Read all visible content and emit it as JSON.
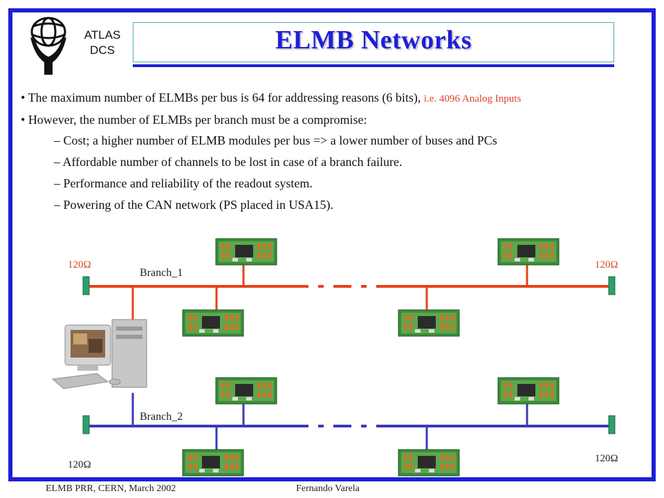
{
  "header": {
    "org_line1": "ATLAS",
    "org_line2": "DCS",
    "title": "ELMB Networks"
  },
  "bullets": {
    "b1_text": "The maximum number of ELMBs per bus is 64 for addressing reasons (6 bits),",
    "b1_highlight": "i.e. 4096 Analog Inputs",
    "b2_text": "However, the number of ELMBs per branch must be a compromise:",
    "sub": [
      "Cost; a higher number of ELMB modules per bus =>  a lower number of buses and PCs",
      "Affordable number of channels to be lost in case of a branch failure.",
      "Performance and reliability of the readout system.",
      "Powering of the CAN network (PS placed in USA15)."
    ]
  },
  "diagram": {
    "branch1_label": "Branch_1",
    "branch2_label": "Branch_2",
    "terminator_label": "120Ω",
    "colors": {
      "branch1": "#e8401c",
      "branch2": "#3a3ab8",
      "terminator": "#2e9e6a",
      "frame": "#1f1fd6"
    }
  },
  "footer": {
    "left": "ELMB PRR, CERN, March 2002",
    "author": "Fernando Varela"
  }
}
